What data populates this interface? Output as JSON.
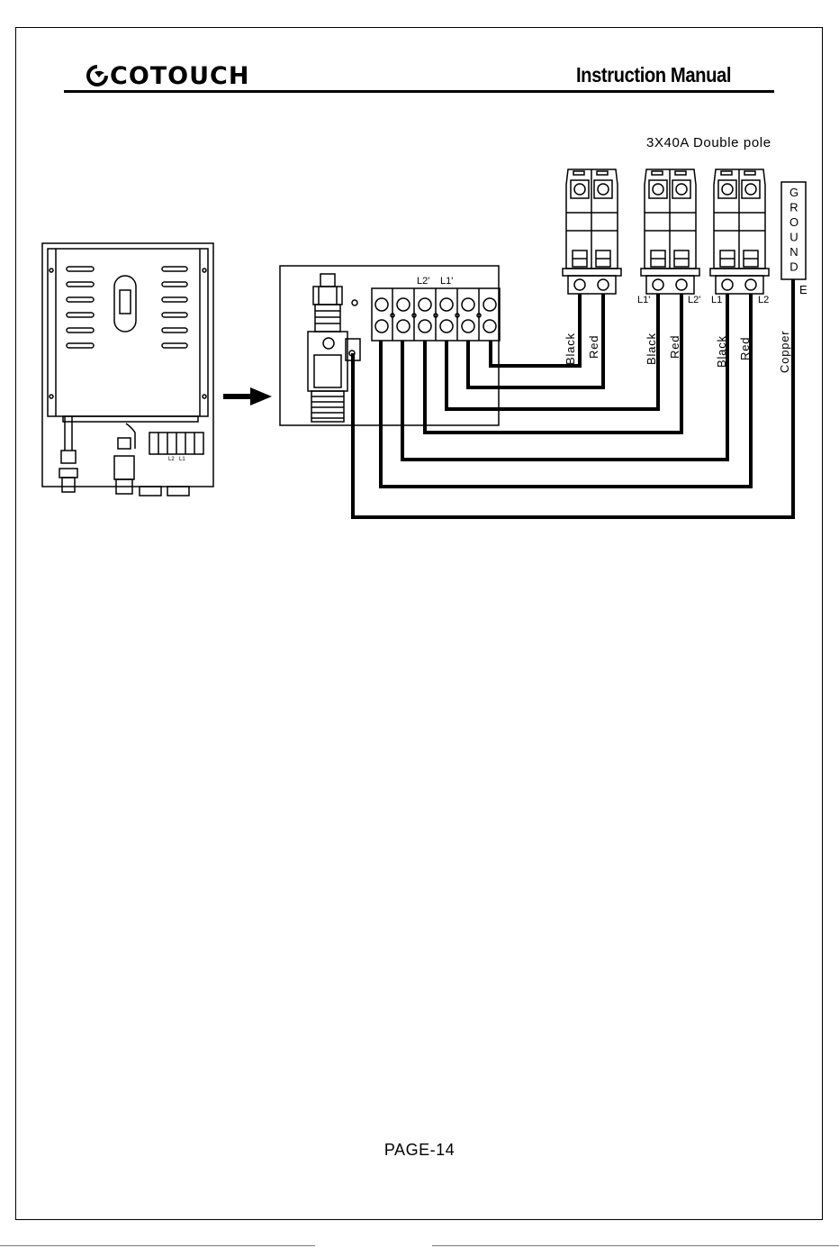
{
  "header": {
    "brand": "COTOUCH",
    "manual_title": "Instruction Manual"
  },
  "diagram": {
    "breaker_caption": "3X40A Double pole",
    "ground_label": "GROUND",
    "ground_terminal": "E",
    "terminal_labels": [
      "L2'",
      "L1'"
    ],
    "breaker_pole_labels": [
      "L1'",
      "L2'",
      "L1",
      "L2"
    ],
    "unit_terminal_labels": [
      "L2",
      "L1"
    ],
    "wires": [
      {
        "label": "Black"
      },
      {
        "label": "Red"
      },
      {
        "label": "Black"
      },
      {
        "label": "Red"
      },
      {
        "label": "Black"
      },
      {
        "label": "Red"
      },
      {
        "label": "Copper"
      }
    ],
    "colors": {
      "line": "#000000",
      "paper": "#ffffff"
    }
  },
  "footer": {
    "page_number": "PAGE-14"
  }
}
